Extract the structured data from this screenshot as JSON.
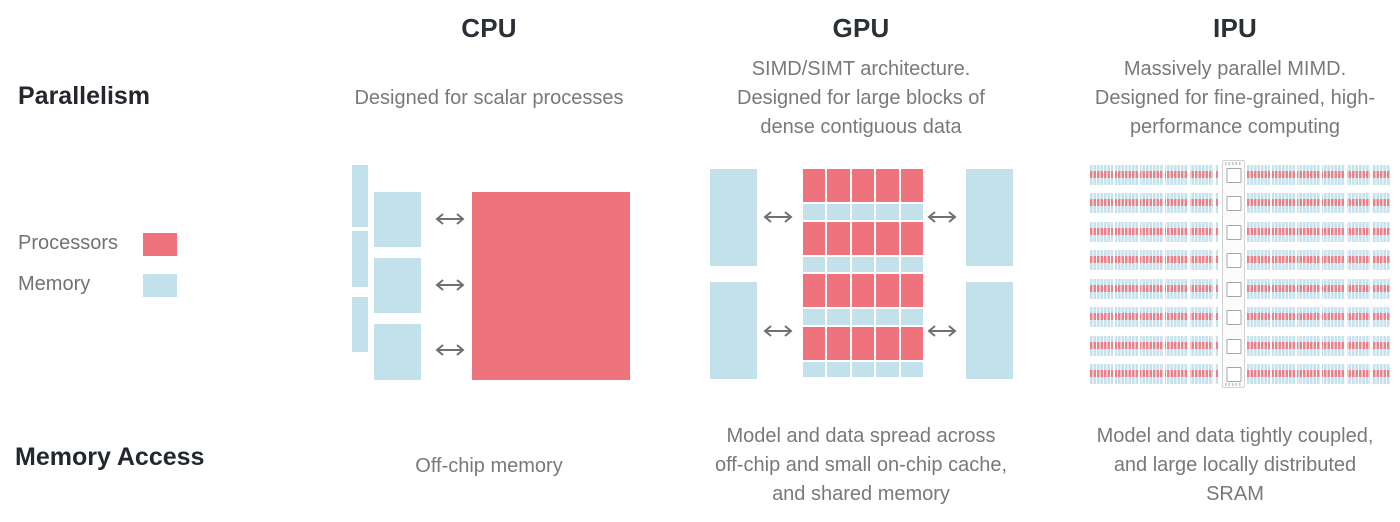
{
  "row_labels": {
    "parallelism": "Parallelism",
    "memory_access": "Memory Access"
  },
  "legend": {
    "items": [
      {
        "label": "Processors",
        "color": "#ef737d"
      },
      {
        "label": "Memory",
        "color": "#c2e1eb"
      }
    ]
  },
  "columns": [
    {
      "id": "cpu",
      "title": "CPU",
      "parallelism": "Designed for scalar processes",
      "memory_access": "Off-chip memory"
    },
    {
      "id": "gpu",
      "title": "GPU",
      "parallelism": "SIMD/SIMT architecture.\nDesigned for large blocks of\ndense contiguous data",
      "memory_access": "Model and data spread across\noff-chip and small on-chip cache,\nand shared memory"
    },
    {
      "id": "ipu",
      "title": "IPU",
      "parallelism": "Massively parallel MIMD.\nDesigned for fine-grained, high-\nperformance computing",
      "memory_access": "Model and data tightly coupled,\nand large locally distributed\nSRAM"
    }
  ],
  "diagrams": {
    "cpu": {
      "memory_cache_strips": 3,
      "memory_cache_squares": 3,
      "processor_blocks": 1,
      "arrows": 3
    },
    "gpu": {
      "grid_columns": 5,
      "grid_row_types": [
        "processors",
        "memory",
        "processors",
        "memory",
        "processors",
        "memory",
        "processors",
        "memory"
      ],
      "side_memory_blocks_per_side": 2,
      "arrows": 4
    },
    "ipu": {
      "panels": 2,
      "tile_rows_per_panel": 8,
      "exchange_squares": 8
    }
  },
  "colors": {
    "processors": "#ef737d",
    "memory": "#c2e1eb",
    "ipu_tile_blue": "#c6e3ed",
    "ipu_tile_red": "#e9818b",
    "exchange_column_border": "#d2d2d2",
    "exchange_square_border": "#a4a8aa",
    "heading_text": "#2b3036",
    "body_text": "#77797d",
    "arrow": "#6e7174"
  }
}
